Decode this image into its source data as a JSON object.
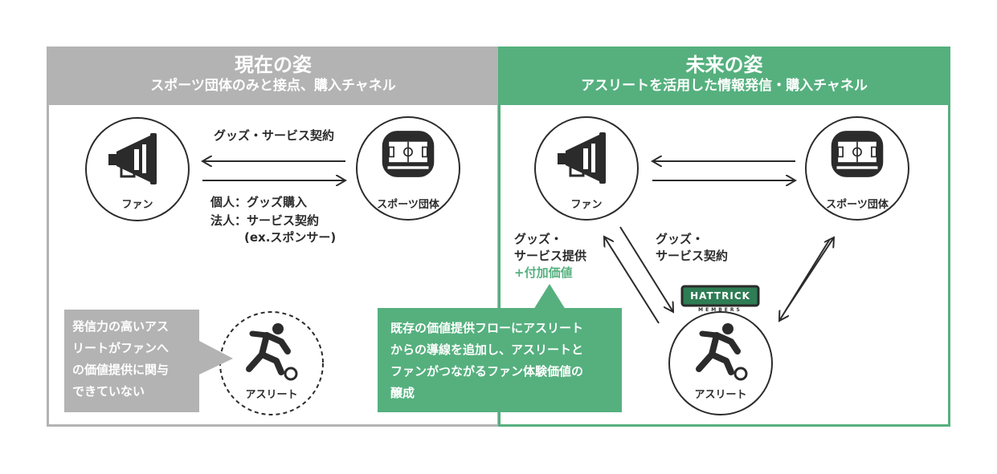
{
  "left": {
    "title": "現在の姿",
    "subtitle": "スポーツ団体のみと接点、購入チャネル",
    "fan_label": "ファン",
    "org_label": "スポーツ団体",
    "athlete_label": "アスリート",
    "arrow_top_label": "グッズ・サービス契約",
    "arrow_bottom_line1": "個人：グッズ購入",
    "arrow_bottom_line2": "法人：サービス契約",
    "arrow_bottom_line3": "(ex.スポンサー)",
    "callout_lines": [
      "発信力の高いアス",
      "リートがファンへ",
      "の価値提供に関与",
      "できていない"
    ]
  },
  "right": {
    "title": "未来の姿",
    "subtitle": "アスリートを活用した情報発信・購入チャネル",
    "fan_label": "ファン",
    "org_label": "スポーツ団体",
    "athlete_label": "アスリート",
    "left_arrow_line1": "グッズ・",
    "left_arrow_line2": "サービス提供",
    "left_arrow_line3": "+付加価値",
    "mid_arrow_line1": "グッズ・",
    "mid_arrow_line2": "サービス契約",
    "logo_top": "HATTRICK",
    "logo_bottom": "MEMBERS",
    "callout_lines": [
      "既存の価値提供フローにアスリート",
      "からの導線を追加し、アスリートと",
      "ファンがつながるファン体験価値の",
      "醸成"
    ]
  },
  "colors": {
    "grey": "#b3b3b3",
    "green": "#55b07e",
    "dark": "#2b2b2b"
  }
}
